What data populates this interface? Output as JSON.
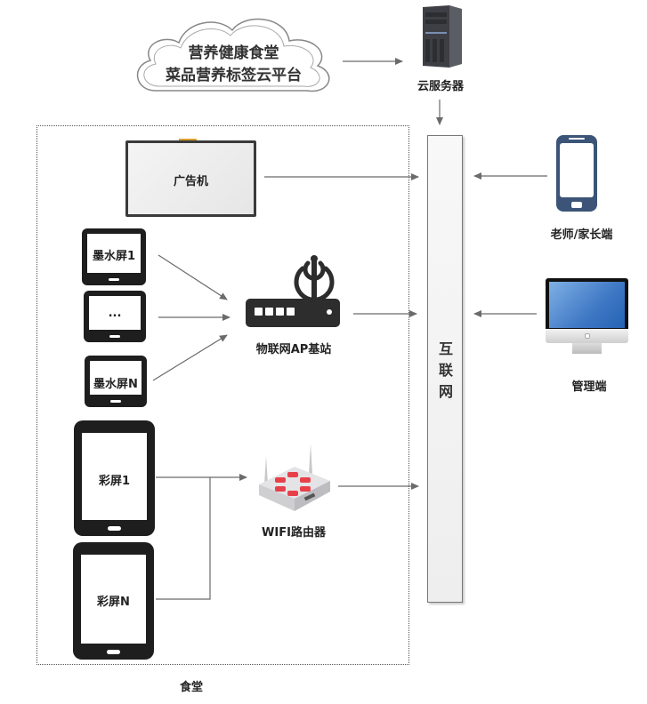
{
  "cloud": {
    "line1": "营养健康食堂",
    "line2": "菜品营养标签云平台"
  },
  "server": {
    "label": "云服务器"
  },
  "internet": {
    "label": "互联网"
  },
  "canteen": {
    "label": "食堂",
    "ad_machine": {
      "label": "广告机"
    },
    "eink_screens": [
      {
        "label": "墨水屏1"
      },
      {
        "label": "..."
      },
      {
        "label": "墨水屏N"
      }
    ],
    "iot_ap": {
      "label": "物联网AP基站"
    },
    "color_screens": [
      {
        "label": "彩屏1"
      },
      {
        "label": "彩屏N"
      }
    ],
    "wifi_router": {
      "label": "WIFI路由器"
    }
  },
  "clients": {
    "mobile": {
      "label": "老师/家长端"
    },
    "admin": {
      "label": "管理端"
    }
  },
  "colors": {
    "line": "#6b6b6b",
    "device_dark": "#1e1e1e",
    "phone": "#3b5477",
    "router_red": "#e8404a"
  }
}
